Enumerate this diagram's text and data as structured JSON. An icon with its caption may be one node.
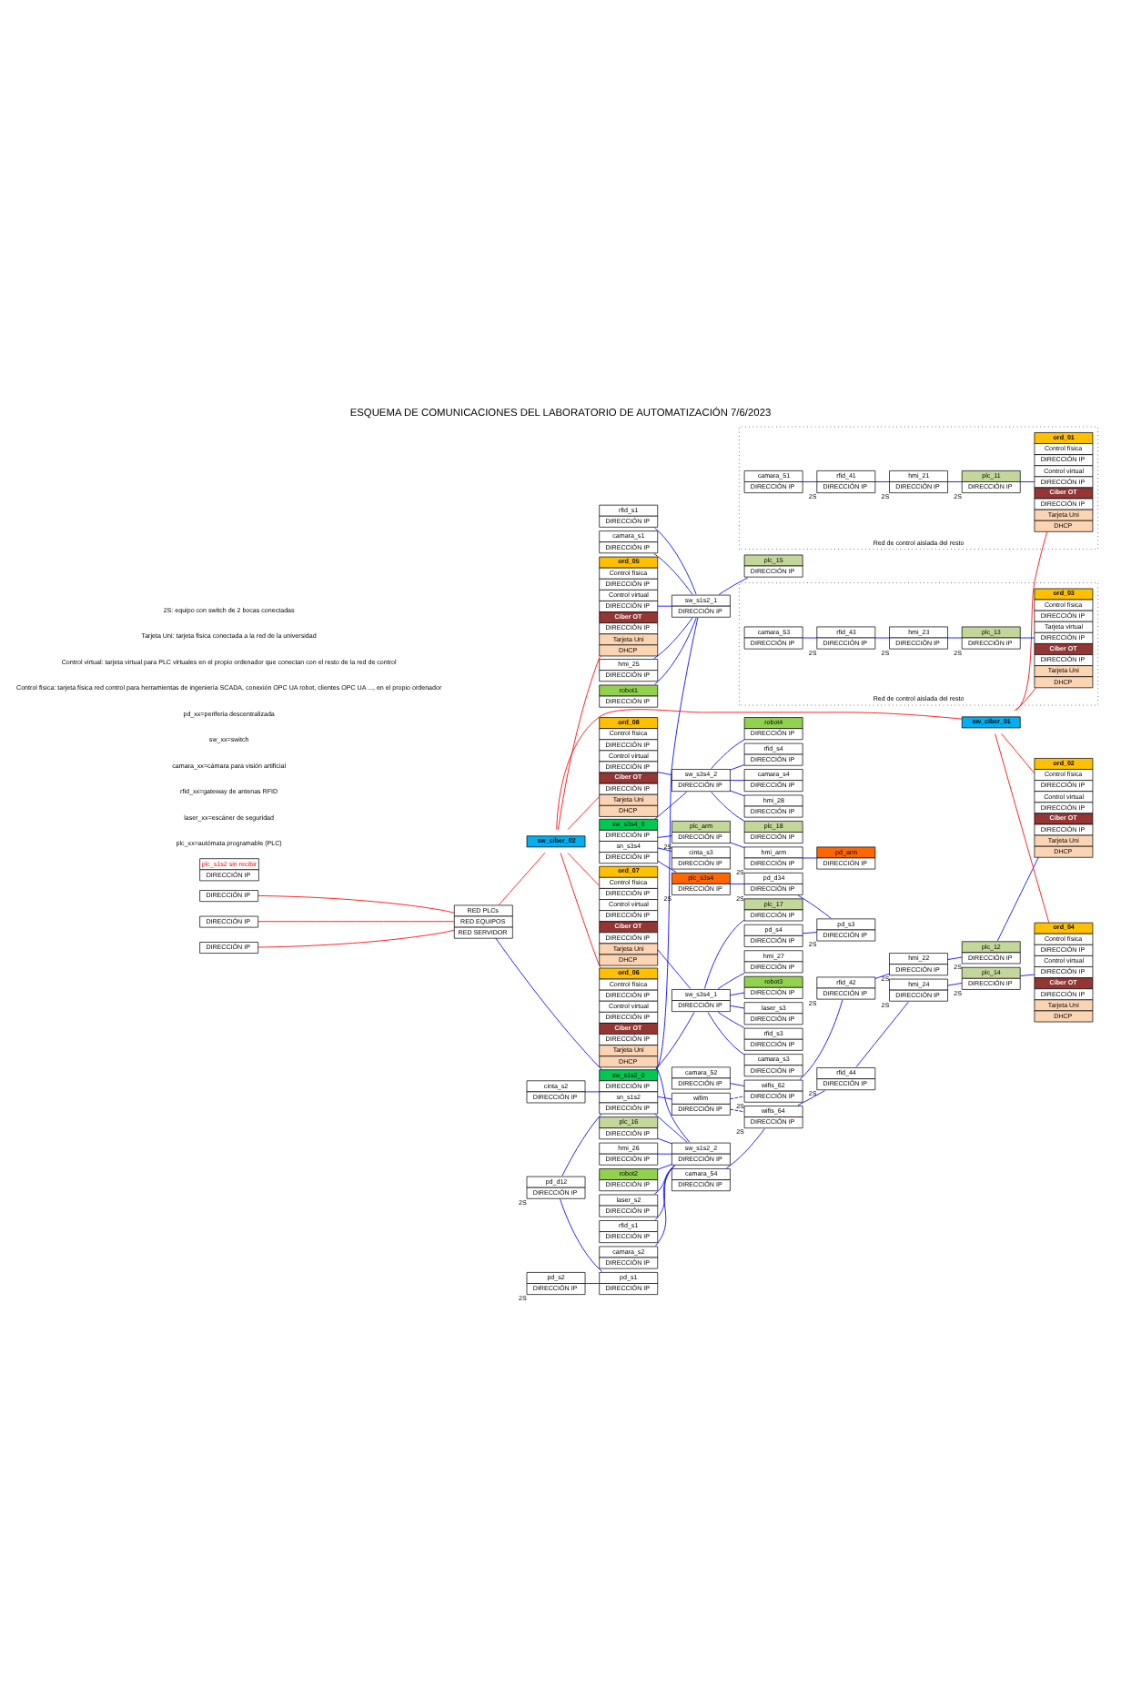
{
  "diagram": {
    "title": "ESQUEMA DE COMUNICACIONES DEL LABORATORIO DE AUTOMATIZACIÓN 7/6/2023",
    "nodes": [
      {
        "text": [
          "RED PLCs",
          "RED EQUIPOS",
          "RED SERVIDOR"
        ]
      },
      {
        "text": [
          "DIRECCIÓN IP"
        ]
      },
      {
        "text": [
          "DIRECCIÓN IP"
        ]
      },
      {
        "text": [
          "plc_s1s2 sin recibir",
          "DIRECCIÓN IP"
        ]
      },
      {
        "text": [
          "DIRECCIÓN IP"
        ]
      },
      {
        "text": [
          "sw_s1s2_0",
          "DIRECCIÓN IP",
          "sn_s1s2",
          "DIRECCIÓN IP"
        ]
      },
      {
        "text": [
          "sw_s3s4_0",
          "DIRECCIÓN IP",
          "sn_s3s4",
          "DIRECCIÓN IP"
        ]
      },
      {
        "text": [
          "plc_arm",
          "DIRECCIÓN IP"
        ],
        "beside": [
          "2S"
        ]
      },
      {
        "text": [
          "hmi_arm",
          "DIRECCIÓN IP"
        ],
        "beside": [
          "2S"
        ]
      },
      {
        "text": [
          "pd_arm",
          "DIRECCIÓN IP"
        ]
      },
      {
        "text": [
          "plc_s3s4",
          "DIRECCIÓN IP"
        ],
        "beside": [
          "2S"
        ]
      },
      {
        "text": [
          "cinta_s3",
          "DIRECCIÓN IP"
        ]
      },
      {
        "text": [
          "wifim",
          "DIRECCIÓN IP"
        ]
      },
      {
        "text": [
          "sw_ciber_02"
        ]
      },
      {
        "text": [
          "cinta_s2",
          "DIRECCIÓN IP"
        ]
      },
      {
        "text": [
          "pd_d12",
          "DIRECCIÓN IP"
        ],
        "beside": [
          "2S"
        ]
      },
      {
        "text": [
          "pd_s2",
          "DIRECCIÓN IP"
        ],
        "beside": [
          "2S"
        ]
      },
      {
        "text": [
          "pd_s1",
          "DIRECCIÓN IP"
        ]
      },
      {
        "text": [
          "camara_52",
          "DIRECCIÓN IP"
        ]
      },
      {
        "text": [
          "wifis_62",
          "DIRECCIÓN IP"
        ],
        "beside": [
          "2S"
        ]
      },
      {
        "text": [
          "rfid_42",
          "DIRECCIÓN IP"
        ],
        "beside": [
          "2S"
        ]
      },
      {
        "text": [
          "hmi_22",
          "DIRECCIÓN IP"
        ],
        "beside": [
          "2S"
        ]
      },
      {
        "text": [
          "plc_12",
          "DIRECCIÓN IP"
        ],
        "beside": [
          "2S"
        ]
      },
      {
        "text": [
          "camara_54",
          "DIRECCIÓN IP"
        ]
      },
      {
        "text": [
          "wifis_64",
          "DIRECCIÓN IP"
        ],
        "beside": [
          "2S"
        ]
      },
      {
        "text": [
          "rfid_44",
          "DIRECCIÓN IP"
        ],
        "beside": [
          "2S"
        ]
      },
      {
        "text": [
          "hmi_24",
          "DIRECCIÓN IP"
        ],
        "beside": [
          "2S"
        ]
      },
      {
        "text": [
          "plc_14",
          "DIRECCIÓN IP"
        ],
        "beside": [
          "2S"
        ]
      },
      {
        "text": [
          "pd_d34",
          "DIRECCIÓN IP"
        ],
        "beside": [
          "2S"
        ]
      },
      {
        "text": [
          "pd_s4",
          "DIRECCIÓN IP"
        ]
      },
      {
        "text": [
          "pd_s3",
          "DIRECCIÓN IP"
        ],
        "beside": [
          "2S"
        ]
      },
      {
        "text": [
          "ord_05",
          "Control física",
          "DIRECCIÓN IP",
          "Control virtual",
          "DIRECCIÓN IP",
          "Ciber OT",
          "DIRECCIÓN IP",
          "Tarjeta Uni",
          "DHCP"
        ]
      },
      {
        "text": [
          "ord_02",
          "Control física",
          "DIRECCIÓN IP",
          "Control virtual",
          "DIRECCIÓN IP",
          "Ciber OT",
          "DIRECCIÓN IP",
          "Tarjeta Uni",
          "DHCP"
        ]
      },
      {
        "text": [
          "ord_04",
          "Control física",
          "DIRECCIÓN IP",
          "Control virtual",
          "DIRECCIÓN IP",
          "Ciber OT",
          "DIRECCIÓN IP",
          "Tarjeta Uni",
          "DHCP"
        ]
      },
      {
        "text": [
          "ord_08",
          "Control física",
          "DIRECCIÓN IP",
          "Control virtual",
          "DIRECCIÓN IP",
          "Ciber OT",
          "DIRECCIÓN IP",
          "Tarjeta Uni",
          "DHCP"
        ]
      },
      {
        "text": [
          "hmi_25",
          "DIRECCIÓN IP"
        ]
      },
      {
        "text": [
          "sw_s1s2_1",
          "DIRECCIÓN IP"
        ]
      },
      {
        "text": [
          "robot1",
          "DIRECCIÓN IP"
        ]
      },
      {
        "text": [
          "plc_15",
          "DIRECCIÓN IP"
        ]
      },
      {
        "text": [
          "rfid_s1",
          "DIRECCIÓN IP"
        ]
      },
      {
        "text": [
          "camara_s1",
          "DIRECCIÓN IP"
        ]
      },
      {
        "text": [
          "sw_s3s4_2",
          "DIRECCIÓN IP"
        ]
      },
      {
        "text": [
          "hmi_28",
          "DIRECCIÓN IP"
        ]
      },
      {
        "text": [
          "plc_18",
          "DIRECCIÓN IP"
        ]
      },
      {
        "text": [
          "robot4",
          "DIRECCIÓN IP"
        ]
      },
      {
        "text": [
          "rfid_s4",
          "DIRECCIÓN IP"
        ]
      },
      {
        "text": [
          "camara_s4",
          "DIRECCIÓN IP"
        ]
      },
      {
        "text": [
          "sw_ciber_01"
        ]
      },
      {
        "text": [
          "ord_06",
          "Control física",
          "DIRECCIÓN IP",
          "Control virtual",
          "DIRECCIÓN IP",
          "Ciber OT",
          "DIRECCIÓN IP",
          "Tarjeta Uni",
          "DHCP"
        ]
      },
      {
        "text": [
          "ord_07",
          "Control física",
          "DIRECCIÓN IP",
          "Control virtual",
          "DIRECCIÓN IP",
          "Ciber OT",
          "DIRECCIÓN IP",
          "Tarjeta Uni",
          "DHCP"
        ]
      },
      {
        "text": [
          "Red de control aislada del resto"
        ]
      },
      {
        "text": [
          "camara_51",
          "DIRECCIÓN IP"
        ],
        "in": 50
      },
      {
        "text": [
          "rfid_41",
          "DIRECCIÓN IP"
        ],
        "in": 50,
        "beside": [
          "2S"
        ]
      },
      {
        "text": [
          "hmi_21",
          "DIRECCIÓN IP"
        ],
        "in": 50,
        "beside": [
          "2S"
        ]
      },
      {
        "text": [
          "plc_11",
          "DIRECCIÓN IP"
        ],
        "in": 50,
        "beside": [
          "2S"
        ]
      },
      {
        "text": [
          "ord_01",
          "Control física",
          "DIRECCIÓN IP",
          "Control virtual",
          "DIRECCIÓN IP",
          "Ciber OT",
          "DIRECCIÓN IP",
          "Tarjeta Uni",
          "DHCP"
        ],
        "in": 50
      },
      {
        "text": [
          "Red de control aislada del resto"
        ]
      },
      {
        "text": [
          "camara_53",
          "DIRECCIÓN IP"
        ],
        "in": 56
      },
      {
        "text": [
          "rfid_43",
          "DIRECCIÓN IP"
        ],
        "in": 56,
        "beside": [
          "2S"
        ]
      },
      {
        "text": [
          "hmi_23",
          "DIRECCIÓN IP"
        ],
        "in": 56,
        "beside": [
          "2S"
        ]
      },
      {
        "text": [
          "plc_13",
          "DIRECCIÓN IP"
        ],
        "in": 56,
        "beside": [
          "2S"
        ]
      },
      {
        "text": [
          "ord_03",
          "Control física",
          "DIRECCIÓN IP",
          "Tarjeta virtual",
          "DIRECCIÓN IP",
          "Ciber OT",
          "DIRECCIÓN IP",
          "Tarjeta Uni",
          "DHCP"
        ],
        "in": 56
      },
      {
        "text": [
          "plc_16",
          "DIRECCIÓN IP"
        ]
      },
      {
        "text": [
          "sw_s1s2_2",
          "DIRECCIÓN IP"
        ]
      },
      {
        "text": [
          "hmi_26",
          "DIRECCIÓN IP"
        ]
      },
      {
        "text": [
          "robot2",
          "DIRECCIÓN IP"
        ]
      },
      {
        "text": [
          "laser_s2",
          "DIRECCIÓN IP"
        ]
      },
      {
        "text": [
          "rfid_s1",
          "DIRECCIÓN IP"
        ]
      },
      {
        "text": [
          "camara_s2",
          "DIRECCIÓN IP"
        ]
      },
      {
        "text": [
          "sw_s3s4_1",
          "DIRECCIÓN IP"
        ]
      },
      {
        "text": [
          "plc_17",
          "DIRECCIÓN IP"
        ]
      },
      {
        "text": [
          "hmi_27",
          "DIRECCIÓN IP"
        ]
      },
      {
        "text": [
          "robot3",
          "DIRECCIÓN IP"
        ]
      },
      {
        "text": [
          "laser_s3",
          "DIRECCIÓN IP"
        ]
      },
      {
        "text": [
          "rfid_s3",
          "DIRECCIÓN IP"
        ]
      },
      {
        "text": [
          "camara_s3",
          "DIRECCIÓN IP"
        ]
      }
    ],
    "edges": [
      {
        "from": 1,
        "to": 0,
        "arrow": "none",
        "color": "#ff0000"
      },
      {
        "from": 2,
        "to": 0,
        "arrow": "none",
        "color": "#ff0000"
      },
      {
        "from": 4,
        "to": 0,
        "arrow": "none",
        "color": "#ff0000"
      },
      {
        "from": 0,
        "to": 5,
        "arrow": "none"
      },
      {
        "from": 0,
        "to": 13,
        "arrow": "none",
        "color": "#ff0000"
      },
      {
        "from": 14,
        "to": 5,
        "arrow": "none"
      },
      {
        "from": 15,
        "to": 5,
        "arrow": "none"
      },
      {
        "from": 15,
        "to": 17,
        "arrow": "none"
      },
      {
        "from": 16,
        "to": 17,
        "arrow": "none"
      },
      {
        "from": 5,
        "to": 12,
        "arrow": "none"
      },
      {
        "from": 5,
        "to": 69,
        "arrow": "none"
      },
      {
        "from": 5,
        "to": 36,
        "arrow": "none"
      },
      {
        "from": 5,
        "to": 63,
        "arrow": "none"
      },
      {
        "from": 6,
        "to": 7,
        "arrow": "none"
      },
      {
        "from": 7,
        "to": 8,
        "arrow": "none"
      },
      {
        "from": 8,
        "to": 9,
        "arrow": "none"
      },
      {
        "from": 6,
        "to": 10,
        "arrow": "none"
      },
      {
        "from": 6,
        "to": 11,
        "arrow": "none"
      },
      {
        "from": 6,
        "to": 41,
        "arrow": "none"
      },
      {
        "from": 10,
        "to": 28,
        "arrow": "none"
      },
      {
        "from": 28,
        "to": 30,
        "arrow": "none"
      },
      {
        "from": 29,
        "to": 30,
        "arrow": "none"
      },
      {
        "from": 12,
        "to": 19,
        "arrow": "none",
        "style": "dashed"
      },
      {
        "from": 12,
        "to": 24,
        "arrow": "none",
        "style": "dashed"
      },
      {
        "from": 13,
        "to": 31,
        "arrow": "none",
        "color": "#ff0000"
      },
      {
        "from": 13,
        "to": 48,
        "arrow": "none",
        "color": "#ff0000"
      },
      {
        "from": 13,
        "to": 34,
        "arrow": "none",
        "color": "#ff0000"
      },
      {
        "from": 13,
        "to": 49,
        "arrow": "none",
        "color": "#ff0000"
      },
      {
        "from": 13,
        "to": 47,
        "arrow": "none",
        "color": "#ff0000"
      },
      {
        "from": 47,
        "to": 32,
        "arrow": "none",
        "color": "#ff0000"
      },
      {
        "from": 47,
        "to": 33,
        "arrow": "none",
        "color": "#ff0000"
      },
      {
        "from": 47,
        "to": 55,
        "arrow": "none",
        "color": "#ff0000"
      },
      {
        "from": 47,
        "to": 61,
        "arrow": "none",
        "color": "#ff0000"
      },
      {
        "from": 18,
        "to": 19,
        "arrow": "none"
      },
      {
        "from": 19,
        "to": 20,
        "arrow": "none"
      },
      {
        "from": 20,
        "to": 21,
        "arrow": "none"
      },
      {
        "from": 21,
        "to": 22,
        "arrow": "none"
      },
      {
        "from": 22,
        "to": 32,
        "arrow": "none"
      },
      {
        "from": 23,
        "to": 24,
        "arrow": "none"
      },
      {
        "from": 24,
        "to": 25,
        "arrow": "none"
      },
      {
        "from": 25,
        "to": 26,
        "arrow": "none"
      },
      {
        "from": 26,
        "to": 27,
        "arrow": "none"
      },
      {
        "from": 27,
        "to": 33,
        "arrow": "none"
      },
      {
        "from": 31,
        "to": 36,
        "arrow": "none"
      },
      {
        "from": 35,
        "to": 36,
        "arrow": "none"
      },
      {
        "from": 37,
        "to": 36,
        "arrow": "none"
      },
      {
        "from": 36,
        "to": 38,
        "arrow": "none"
      },
      {
        "from": 39,
        "to": 36,
        "arrow": "none"
      },
      {
        "from": 40,
        "to": 36,
        "arrow": "none"
      },
      {
        "from": 34,
        "to": 41,
        "arrow": "none"
      },
      {
        "from": 41,
        "to": 42,
        "arrow": "none"
      },
      {
        "from": 41,
        "to": 43,
        "arrow": "none"
      },
      {
        "from": 41,
        "to": 44,
        "arrow": "none"
      },
      {
        "from": 41,
        "to": 45,
        "arrow": "none"
      },
      {
        "from": 41,
        "to": 46,
        "arrow": "none"
      },
      {
        "from": 51,
        "to": 52,
        "arrow": "none"
      },
      {
        "from": 52,
        "to": 53,
        "arrow": "none"
      },
      {
        "from": 53,
        "to": 54,
        "arrow": "none"
      },
      {
        "from": 54,
        "to": 55,
        "arrow": "none"
      },
      {
        "from": 57,
        "to": 58,
        "arrow": "none"
      },
      {
        "from": 58,
        "to": 59,
        "arrow": "none"
      },
      {
        "from": 59,
        "to": 60,
        "arrow": "none"
      },
      {
        "from": 60,
        "to": 61,
        "arrow": "none"
      },
      {
        "from": 48,
        "to": 63,
        "arrow": "none"
      },
      {
        "from": 62,
        "to": 63,
        "arrow": "none"
      },
      {
        "from": 64,
        "to": 63,
        "arrow": "none"
      },
      {
        "from": 65,
        "to": 63,
        "arrow": "none"
      },
      {
        "from": 66,
        "to": 63,
        "arrow": "none"
      },
      {
        "from": 67,
        "to": 63,
        "arrow": "none"
      },
      {
        "from": 68,
        "to": 63,
        "arrow": "none"
      },
      {
        "from": 49,
        "to": 69,
        "arrow": "none"
      },
      {
        "from": 69,
        "to": 70,
        "arrow": "none"
      },
      {
        "from": 69,
        "to": 71,
        "arrow": "none"
      },
      {
        "from": 69,
        "to": 72,
        "arrow": "none"
      },
      {
        "from": 69,
        "to": 73,
        "arrow": "none"
      },
      {
        "from": 69,
        "to": 74,
        "arrow": "none"
      },
      {
        "from": 69,
        "to": 75,
        "arrow": "none"
      }
    ],
    "labels": [
      "plc_xx=autómata programable (PLC)",
      "laser_xx=escáner de seguridad",
      "rfid_xx=gateway de antenas RFID",
      "camara_xx=cámara para visión artificial",
      "sw_xx=switch",
      "pd_xx=periferia descentralizada",
      "Control física: tarjeta física red control para herramientas de ingeniería SCADA, conexión OPC UA robot, clientes OPC UA ..., en el propio ordenador",
      "Control virtual: tarjeta virtual para PLC virtuales en el propio ordenador que conectan con el resto de la red de control",
      "Tarjeta Uni: tarjeta física conectada a la red de la universidad",
      "2S: equipo con switch de 2 bocas conectadas"
    ]
  }
}
